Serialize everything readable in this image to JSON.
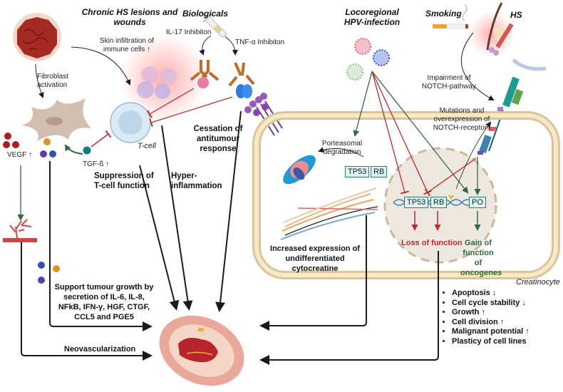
{
  "titles": {
    "chronic_hs": "Chronic HS lesions and wounds",
    "biologicals": "Biologicals",
    "hpv": "Locoregional HPV-infection",
    "smoking": "Smoking",
    "hs": "HS"
  },
  "labels": {
    "skin_infiltration": "Skin infiltration of immune cells ↑",
    "fibroblast_activation": "Fibroblast activation",
    "il17": "IL-17 Inhibiton",
    "tnf": "TNF-α Inhibiton",
    "vegf": "VEGF ↑",
    "tgf": "TGF-ß ↑",
    "tcell": "T-cell",
    "impairment_notch": "Impairment of NOTCH-pathway",
    "mutations_notch": "Mutations and overexpression of NOTCH-receptors",
    "porteasomal": "Porteasomal degradation",
    "creatinocyte": "Creatinocyte"
  },
  "effects": {
    "suppression": "Suppression of T-cell function",
    "hyperinflammation": "Hyper-inflammation",
    "cessation": "Cessation of antitumour response",
    "support_growth": "Support tumour growth by secretion of IL-6, IL-8, NFkB, IFN-γ, HGF, CTGF, CCL5  and PGE5",
    "neovascularization": "Neovascularization",
    "increased_expression": "Increased expression of undifferentiated cytocreatine",
    "loss_of_function": "Loss of function",
    "gain_of_function": "Gain of function of oncogenes"
  },
  "genes": {
    "tp53_free": "TP53",
    "rb_free": "RB",
    "tp53": "TP53",
    "rb": "RB",
    "po": "PO"
  },
  "outcomes": [
    "Apoptosis ↓",
    "Cell cycle stability ↓",
    "Growth ↑",
    "Cell division ↑",
    "Malignant potential ↑",
    "Plasticy of cell lines"
  ],
  "colors": {
    "inhibit_red": "#c62828",
    "activate_green": "#2e6b3a",
    "membrane": "#d9c9a3",
    "nucleus": "#ece7df"
  }
}
